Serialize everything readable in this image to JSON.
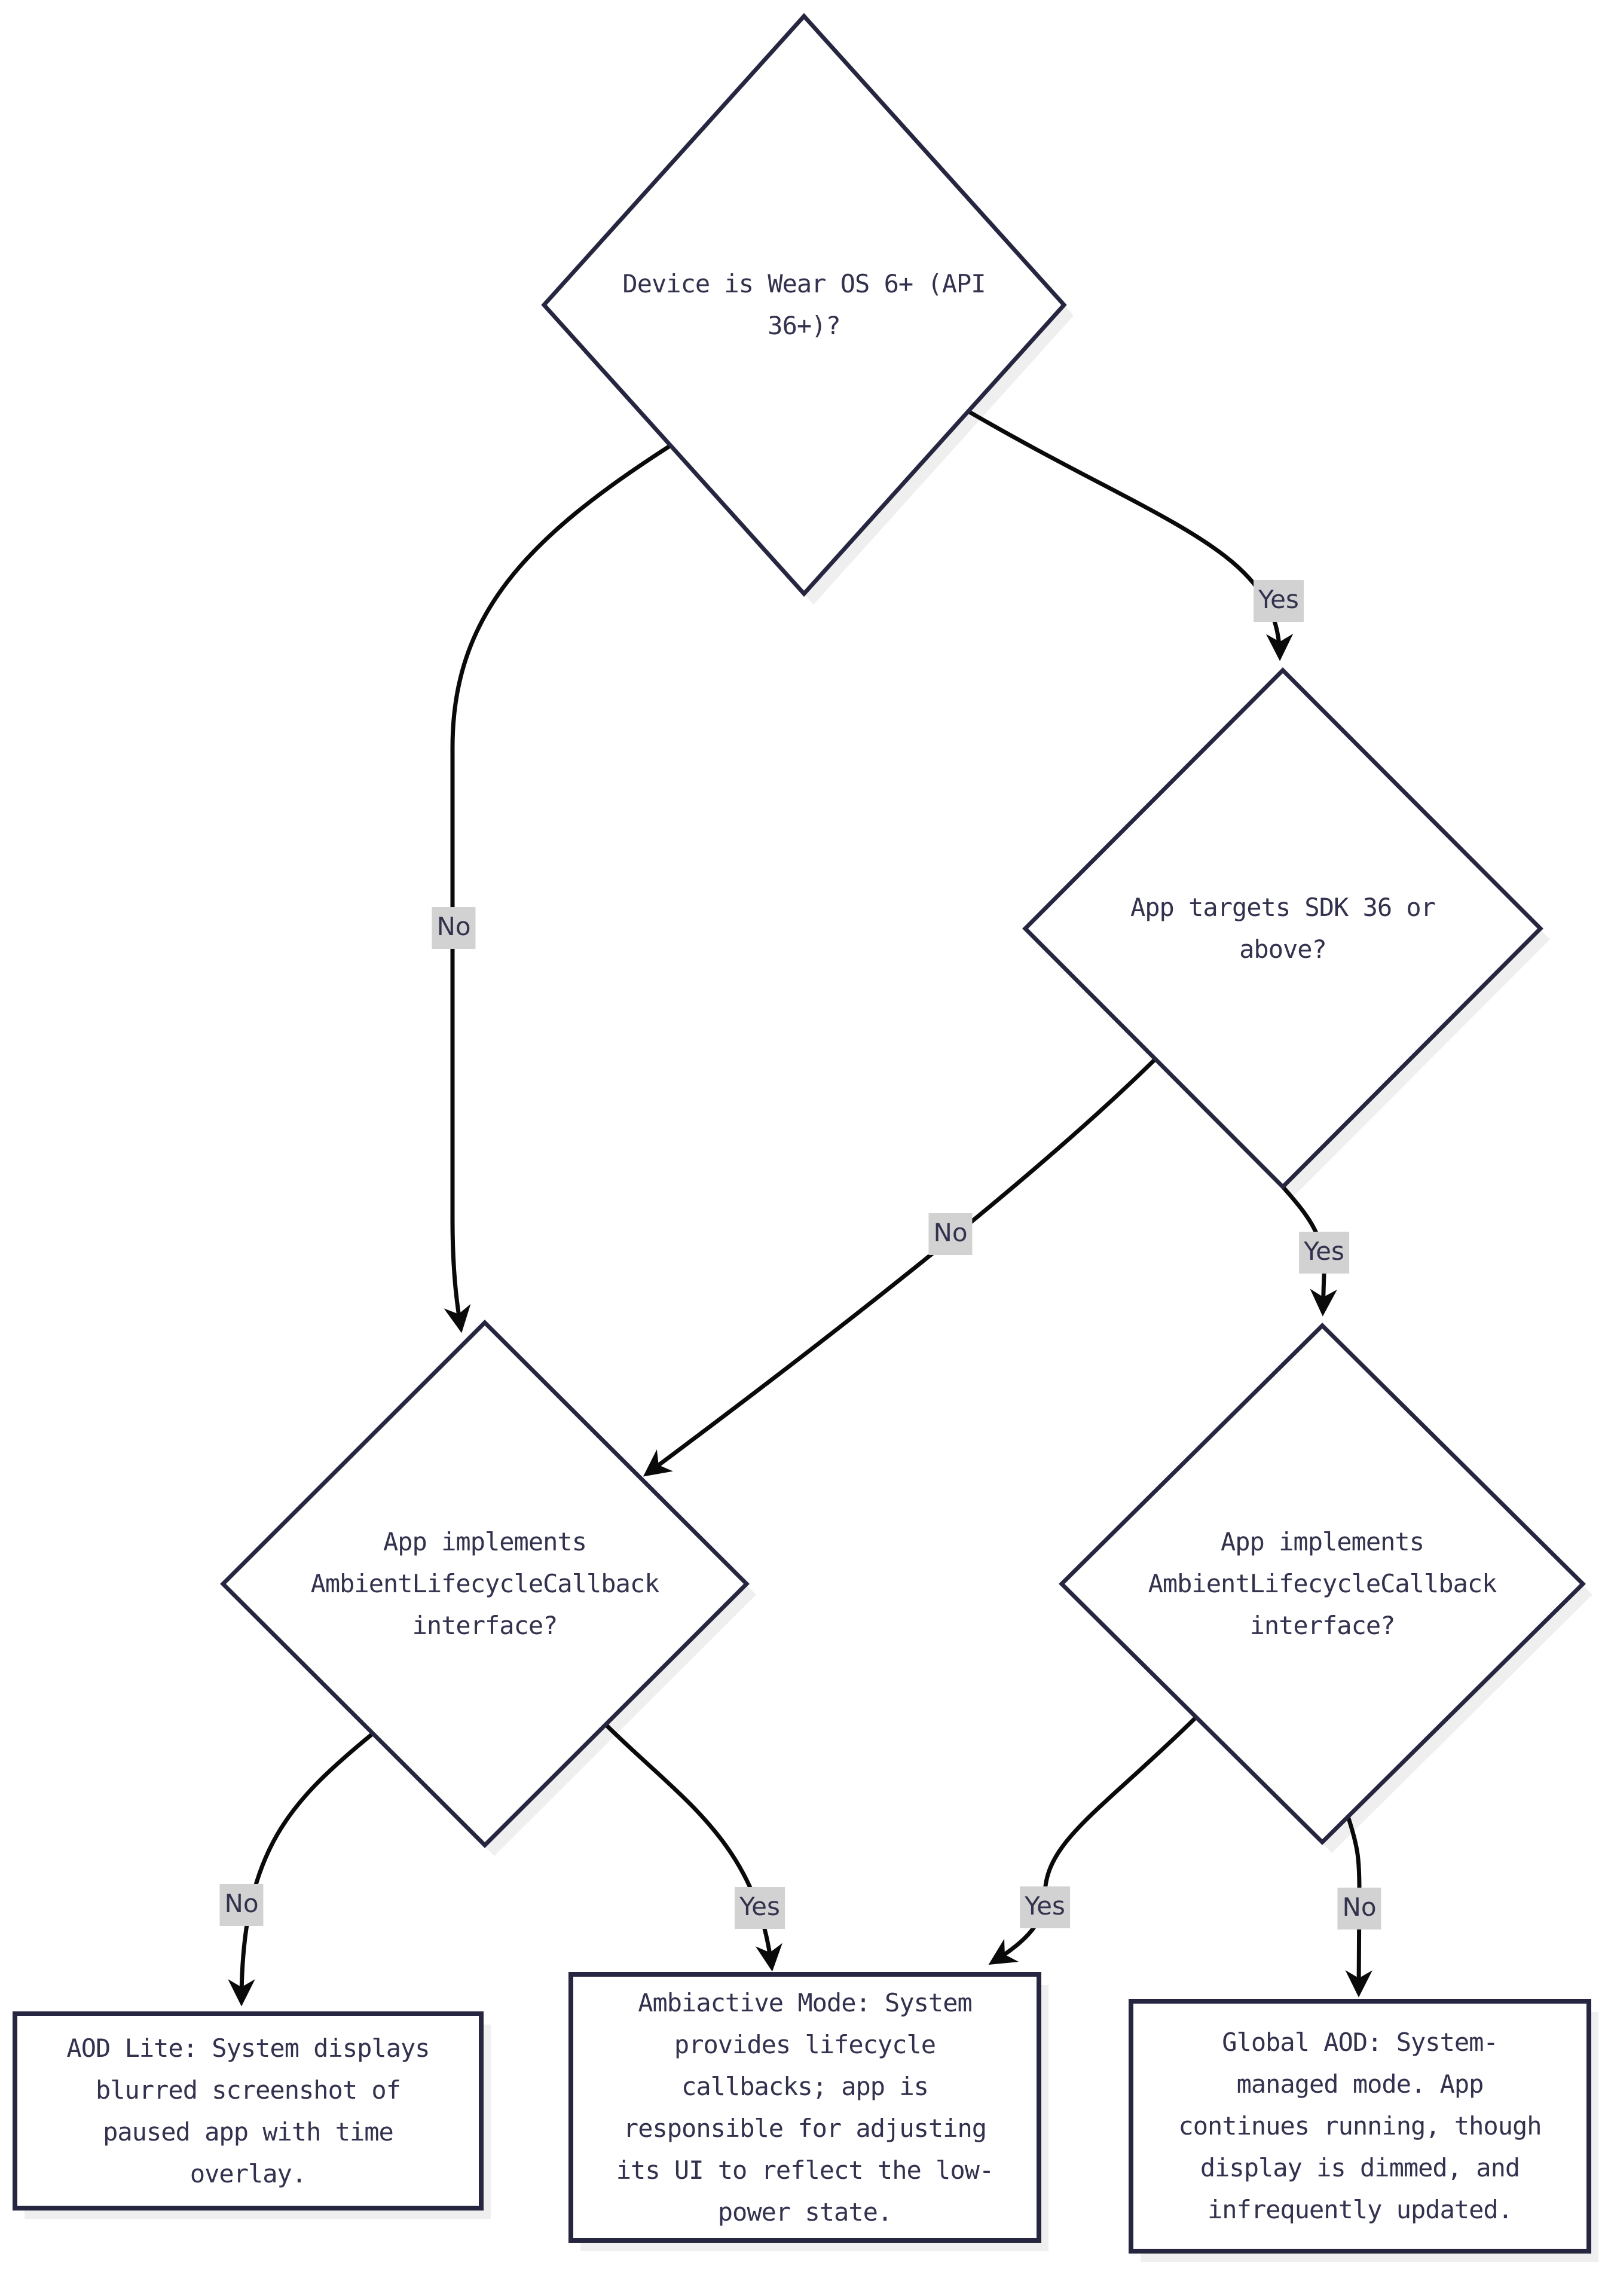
{
  "diagram": {
    "title_hint": "Wear OS ambient mode decision flowchart",
    "colors": {
      "background": "#ffffff",
      "node_border": "#262640",
      "node_fill": "#ffffff",
      "node_text": "#32324e",
      "edge_line": "#0a0a0a",
      "edge_label_bg": "#d2d2d2",
      "shadow": "#efefef"
    },
    "nodes": {
      "device_os_check": {
        "shape": "diamond",
        "label": "Device is Wear OS 6+ (API\n36+)?"
      },
      "sdk_target_check": {
        "shape": "diamond",
        "label": "App targets SDK 36 or\nabove?"
      },
      "ambient_callback_check_left": {
        "shape": "diamond",
        "label": "App implements\nAmbientLifecycleCallback\ninterface?"
      },
      "ambient_callback_check_right": {
        "shape": "diamond",
        "label": "App implements\nAmbientLifecycleCallback\ninterface?"
      },
      "aod_lite_outcome": {
        "shape": "rect",
        "label": "AOD Lite: System displays\nblurred screenshot of\npaused app with time\noverlay."
      },
      "ambiactive_outcome": {
        "shape": "rect",
        "label": "Ambiactive Mode: System\nprovides lifecycle\ncallbacks; app is\nresponsible for adjusting\nits UI to reflect the low-\npower state."
      },
      "global_aod_outcome": {
        "shape": "rect",
        "label": "Global AOD: System-\nmanaged mode. App\ncontinues running, though\ndisplay is dimmed, and\ninfrequently updated."
      }
    },
    "edge_labels": {
      "device_yes": "Yes",
      "device_no": "No",
      "sdk_no": "No",
      "sdk_yes": "Yes",
      "ambient_left_no": "No",
      "ambient_left_yes": "Yes",
      "ambient_right_yes": "Yes",
      "ambient_right_no": "No"
    }
  }
}
